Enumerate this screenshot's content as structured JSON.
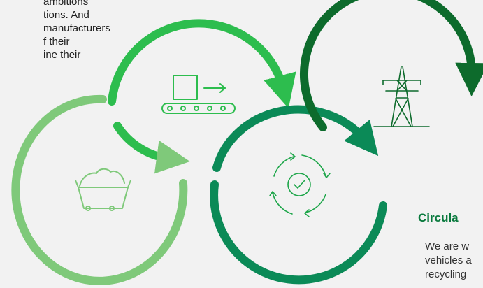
{
  "intro_text": {
    "lines": [
      "ambitions",
      "tions. And",
      "manufacturers",
      "f their",
      "ine their"
    ]
  },
  "circular_section": {
    "heading": "Circula",
    "body_lines": [
      "We are w",
      "vehicles a",
      "recycling"
    ]
  },
  "icons": [
    "mine-cart-icon",
    "conveyor-belt-icon",
    "recycle-check-icon",
    "power-pylon-icon"
  ],
  "colors": {
    "light_green": "#7fc97a",
    "bright_green": "#2dbd4e",
    "teal_green": "#0b8a57",
    "dark_green": "#0d6b2c",
    "icon_stroke": "#1ea64a",
    "icon_stroke_dark": "#0d6b2c",
    "heading": "#0a7a3e",
    "background": "#f2f2f2"
  }
}
